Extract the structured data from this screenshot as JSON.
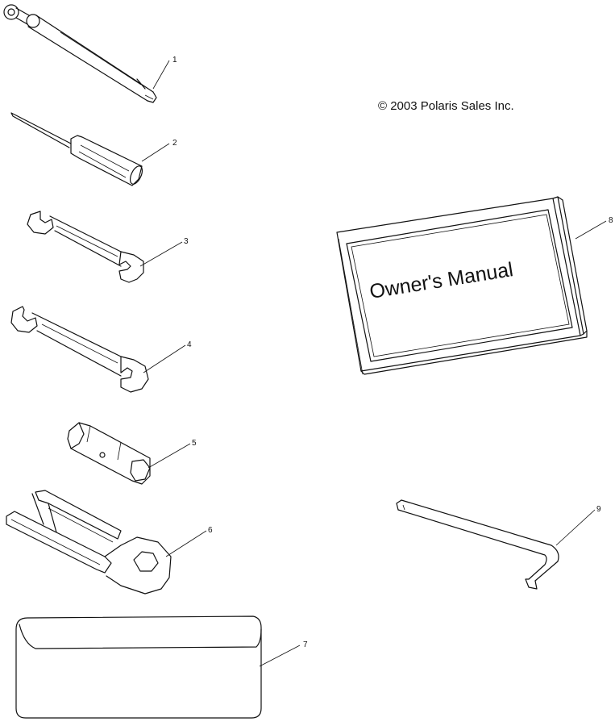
{
  "copyright": "© 2003 Polaris Sales Inc.",
  "manual_cover_text": "Owner's Manual",
  "callouts": [
    {
      "id": "1",
      "label": "1"
    },
    {
      "id": "2",
      "label": "2"
    },
    {
      "id": "3",
      "label": "3"
    },
    {
      "id": "4",
      "label": "4"
    },
    {
      "id": "5",
      "label": "5"
    },
    {
      "id": "6",
      "label": "6"
    },
    {
      "id": "7",
      "label": "7"
    },
    {
      "id": "8",
      "label": "8"
    },
    {
      "id": "9",
      "label": "9"
    }
  ],
  "parts": [
    {
      "callout": "1",
      "icon": "spark-plug-gap-tool-icon"
    },
    {
      "callout": "2",
      "icon": "screwdriver-icon"
    },
    {
      "callout": "3",
      "icon": "small-open-end-wrench-icon"
    },
    {
      "callout": "4",
      "icon": "large-open-end-wrench-icon"
    },
    {
      "callout": "5",
      "icon": "spark-plug-socket-icon"
    },
    {
      "callout": "6",
      "icon": "combination-tool-icon"
    },
    {
      "callout": "7",
      "icon": "tool-pouch-icon"
    },
    {
      "callout": "8",
      "icon": "owners-manual-icon"
    },
    {
      "callout": "9",
      "icon": "hex-key-icon"
    }
  ]
}
